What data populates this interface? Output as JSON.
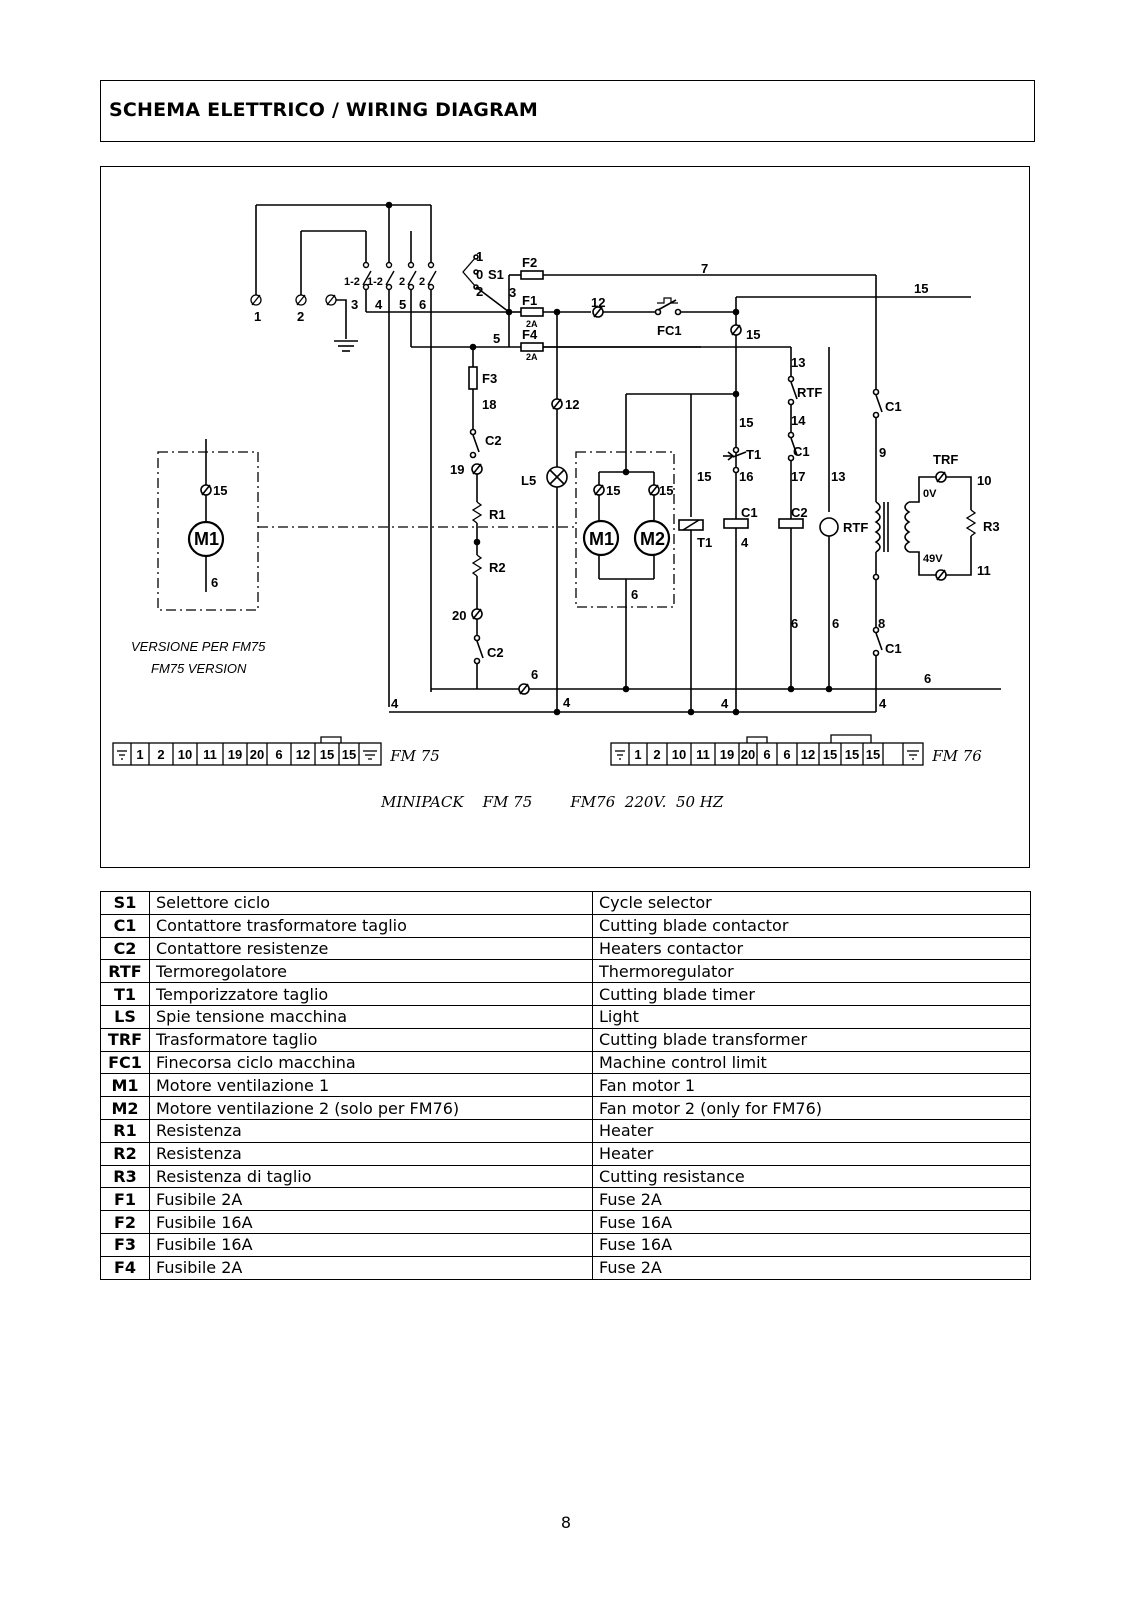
{
  "header": {
    "title": "SCHEMA ELETTRICO  /  WIRING DIAGRAM"
  },
  "diagram": {
    "caption": "MINIPACK    FM 75        FM76  220V.  50 HZ",
    "version_note_it": "VERSIONE PER FM75",
    "version_note_en": "FM75 VERSION",
    "terminal_blocks": [
      {
        "model": "FM 75",
        "terminals": [
          "1",
          "2",
          "10",
          "11",
          "19",
          "20",
          "6",
          "12",
          "15",
          "15"
        ]
      },
      {
        "model": "FM 76",
        "terminals": [
          "1",
          "2",
          "10",
          "11",
          "19",
          "20",
          "6",
          "6",
          "12",
          "15",
          "15",
          "15"
        ]
      }
    ],
    "component_labels": {
      "S1": "S1",
      "F1": "F1",
      "F2": "F2",
      "F3": "F3",
      "F4": "F4",
      "fuse_2a_f1": "2A",
      "fuse_2a_f4": "2A",
      "FC1": "FC1",
      "L5": "L5",
      "R1": "R1",
      "R2": "R2",
      "R3": "R3",
      "M1": "M1",
      "M2": "M2",
      "T1": "T1",
      "C1": "C1",
      "C2": "C2",
      "RTF": "RTF",
      "TRF": "TRF",
      "v0": "0V",
      "v49": "49V",
      "sel_1": "1",
      "sel_0": "0",
      "sel_2": "2",
      "sel_12a": "1-2",
      "sel_12b": "1-2",
      "sel_2a": "2",
      "sel_2b": "2"
    },
    "wire_numbers": [
      "1",
      "2",
      "3",
      "4",
      "5",
      "6",
      "7",
      "8",
      "9",
      "10",
      "11",
      "12",
      "13",
      "14",
      "15",
      "16",
      "17",
      "18",
      "19",
      "20"
    ]
  },
  "legend": [
    {
      "code": "S1",
      "it": "Selettore ciclo",
      "en": "Cycle selector"
    },
    {
      "code": "C1",
      "it": "Contattore trasformatore taglio",
      "en": "Cutting blade contactor"
    },
    {
      "code": "C2",
      "it": "Contattore resistenze",
      "en": "Heaters contactor"
    },
    {
      "code": "RTF",
      "it": "Termoregolatore",
      "en": "Thermoregulator"
    },
    {
      "code": "T1",
      "it": "Temporizzatore taglio",
      "en": "Cutting blade timer"
    },
    {
      "code": "LS",
      "it": "Spie tensione macchina",
      "en": "Light"
    },
    {
      "code": "TRF",
      "it": "Trasformatore taglio",
      "en": "Cutting blade transformer"
    },
    {
      "code": "FC1",
      "it": "Finecorsa ciclo macchina",
      "en": "Machine control limit"
    },
    {
      "code": "M1",
      "it": "Motore ventilazione 1",
      "en": "Fan motor 1"
    },
    {
      "code": "M2",
      "it": "Motore ventilazione 2 (solo per FM76)",
      "en": "Fan motor 2 (only for FM76)"
    },
    {
      "code": "R1",
      "it": "Resistenza",
      "en": "Heater"
    },
    {
      "code": "R2",
      "it": "Resistenza",
      "en": "Heater"
    },
    {
      "code": "R3",
      "it": "Resistenza di taglio",
      "en": "Cutting resistance"
    },
    {
      "code": "F1",
      "it": "Fusibile 2A",
      "en": "Fuse 2A"
    },
    {
      "code": "F2",
      "it": "Fusibile 16A",
      "en": "Fuse 16A"
    },
    {
      "code": "F3",
      "it": "Fusibile 16A",
      "en": "Fuse 16A"
    },
    {
      "code": "F4",
      "it": "Fusibile 2A",
      "en": "Fuse 2A"
    }
  ],
  "page": {
    "number": "8"
  }
}
